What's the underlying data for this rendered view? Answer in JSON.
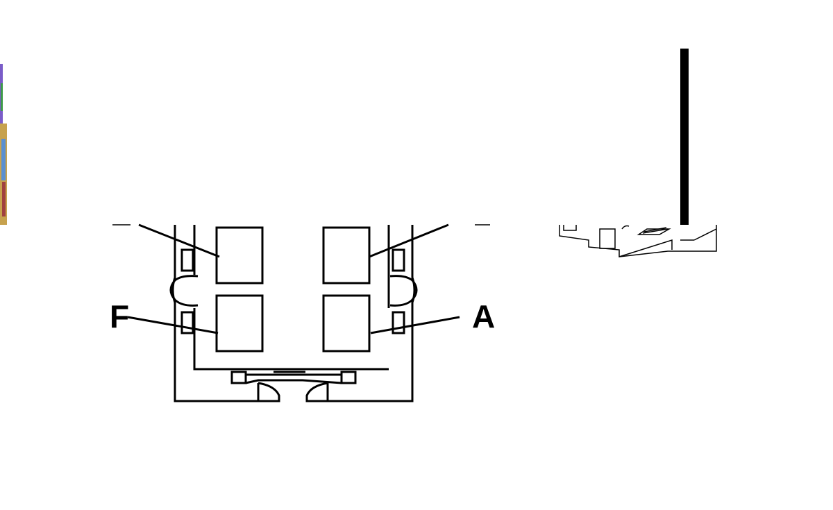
{
  "diagram": {
    "callouts": [
      {
        "id": "F",
        "label": "F"
      },
      {
        "id": "A",
        "label": "A"
      }
    ],
    "colors": {
      "line": "#000000",
      "background": "#ffffff",
      "artifact_strip": [
        "#7a5cc8",
        "#3f9a4a",
        "#c7a24e",
        "#5a8fd0",
        "#a04040"
      ]
    }
  }
}
